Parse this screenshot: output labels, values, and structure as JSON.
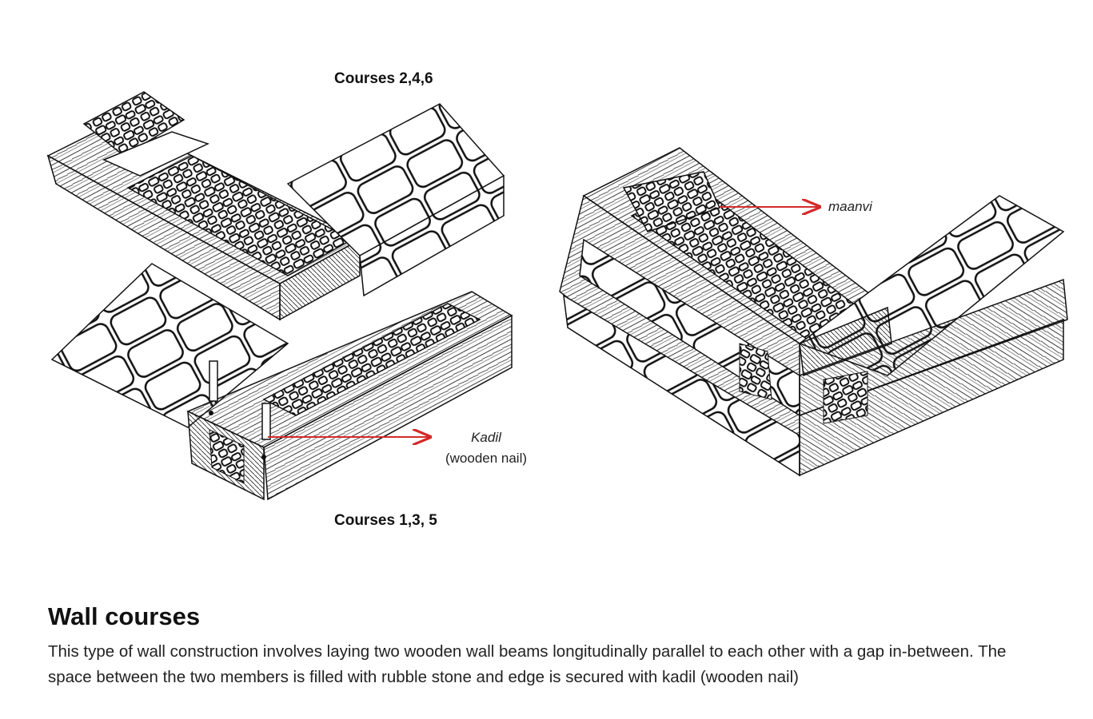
{
  "labels": {
    "courses_even": "Courses 2,4,6",
    "courses_odd": "Courses 1,3, 5",
    "kadil": "Kadil",
    "kadil_desc": "(wooden nail)",
    "maanvi": "maanvi"
  },
  "colors": {
    "arrow": "#d42a2a",
    "ink": "#1a1a1a"
  },
  "caption": {
    "title": "Wall courses",
    "body": "This type of wall construction involves laying two wooden wall beams longitudinally parallel to each other with a gap in-between. The space between the two members is filled with rubble stone and edge is secured with kadil (wooden nail)"
  }
}
